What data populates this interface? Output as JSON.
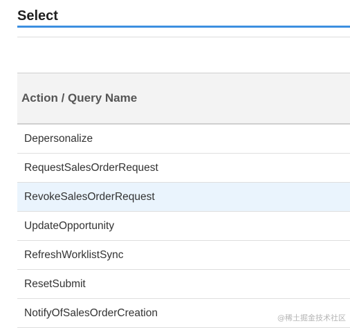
{
  "section": {
    "title": "Select"
  },
  "table": {
    "column_header": "Action / Query Name",
    "rows": [
      {
        "label": "Depersonalize",
        "selected": false
      },
      {
        "label": "RequestSalesOrderRequest",
        "selected": false
      },
      {
        "label": "RevokeSalesOrderRequest",
        "selected": true
      },
      {
        "label": "UpdateOpportunity",
        "selected": false
      },
      {
        "label": "RefreshWorklistSync",
        "selected": false
      },
      {
        "label": "ResetSubmit",
        "selected": false
      },
      {
        "label": "NotifyOfSalesOrderCreation",
        "selected": false
      }
    ]
  },
  "watermark": "@稀土掘金技术社区",
  "colors": {
    "accent": "#3c8fe0",
    "selected_row": "#eaf4fd",
    "header_bg": "#f3f3f3"
  }
}
